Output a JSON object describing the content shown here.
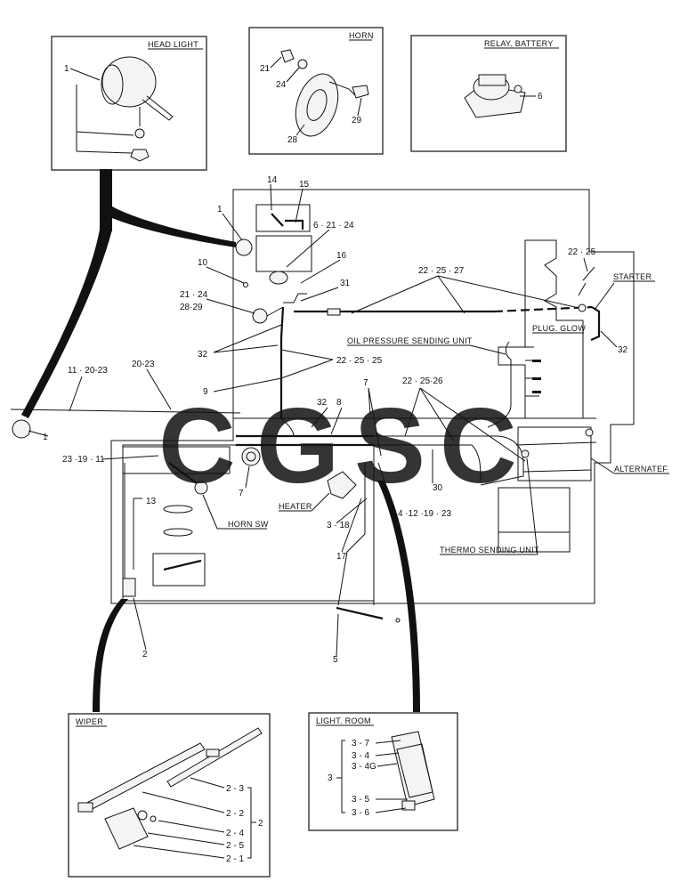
{
  "panels": {
    "head_light": "HEAD LIGHT",
    "horn": "HORN",
    "relay_battery": "RELAY. BATTERY",
    "wiper": "WIPER",
    "light_room": "LIGHT. ROOM"
  },
  "components": {
    "starter": "STARTER",
    "plug_glow": "PLUG. GLOW",
    "oil_pressure": "OIL PRESSURE SENDING UNIT",
    "alternator": "ALTERNATEF",
    "heater": "HEATER",
    "horn_sw": "HORN SW",
    "thermo": "THERMO SENDING UNIT"
  },
  "watermark": {
    "letters": [
      "C",
      "G",
      "S",
      "C"
    ],
    "colors": [
      "#4d8ef0",
      "#f0605a",
      "#f7cc45",
      "#3fae72"
    ]
  },
  "callouts": {
    "hl_1": "1",
    "horn_21": "21",
    "horn_24": "24",
    "horn_29": "29",
    "horn_28": "28",
    "relay_6": "6",
    "m14": "14",
    "m15": "15",
    "m1_top": "1",
    "m6_21_24": "6 · 21 · 24",
    "m16": "16",
    "m10": "10",
    "m31": "31",
    "m21_24": "21 · 24",
    "m28_29": "28·29",
    "m22_25_27": "22 · 25 · 27",
    "m22_25_top": "22 · 25",
    "m32_right": "32",
    "m32_left": "32",
    "m22_25_25": "22 · 25 · 25",
    "m9": "9",
    "m11_20_23": "11 · 20-23",
    "m20_23": "20-23",
    "m7_top": "7",
    "m22_25_26": "22 · 25·26",
    "m32_mid": "32",
    "m8": "8",
    "m1_left": "1",
    "m23_19_11": "23 ·19 · 11",
    "m7": "7",
    "m30": "30",
    "m4_12_19_23": "4 ·12 ·19 · 23",
    "m13": "13",
    "m3_18": "3 · 18",
    "m17": "17",
    "m2": "2",
    "m5": "5",
    "w2_3": "2 - 3",
    "w2_2": "2 - 2",
    "w2": "2",
    "w2_4": "2 - 4",
    "w2_5": "2 - 5",
    "w2_1": "2 - 1",
    "lr3": "3",
    "lr3_7": "3 - 7",
    "lr3_4": "3 - 4",
    "lr3_4g": "3 - 4G",
    "lr3_5": "3 - 5",
    "lr3_6": "3 - 6"
  }
}
